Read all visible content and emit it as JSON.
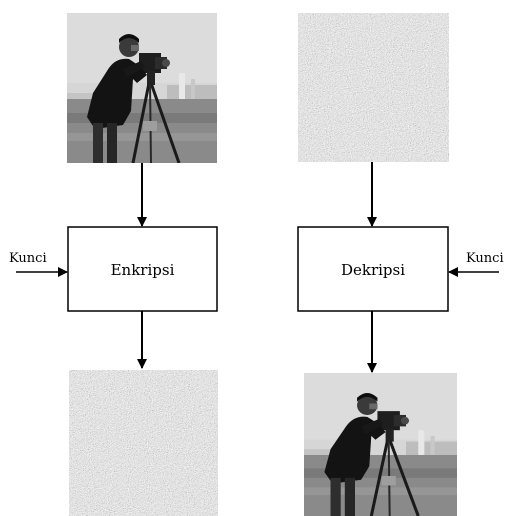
{
  "encrypt_block": {
    "label": "Enkripsi"
  },
  "decrypt_block": {
    "label": "Dekripsi"
  },
  "key_left": {
    "label": "Kunci"
  },
  "key_right": {
    "label": "Kunci"
  },
  "images": {
    "plain_top": "cameraman-photo",
    "cipher_top": "noise-cipher-image",
    "cipher_bottom": "noise-cipher-image",
    "plain_bottom": "cameraman-photo"
  },
  "colors": {
    "stroke": "#000000",
    "box_fill": "#ffffff",
    "sky": "#d7d7d7",
    "grass": "#8c8c8c",
    "coat": "#141414"
  }
}
